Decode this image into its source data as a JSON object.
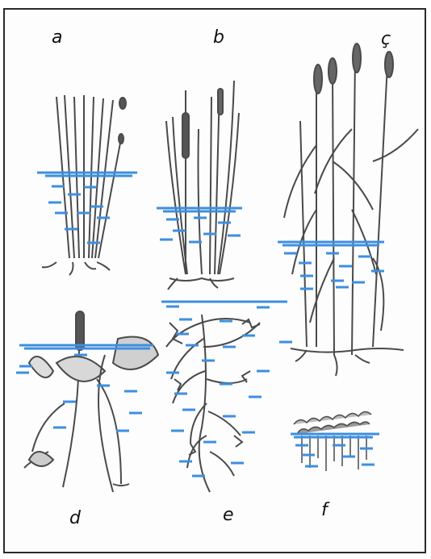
{
  "labels": {
    "a": "a",
    "b": "b",
    "c": "ç",
    "d": "d",
    "e": "e",
    "f": "f"
  },
  "colors": {
    "water_line": "#3d8fe0",
    "plant_ink": "#4a4a4a",
    "frame": "#2a2a2a"
  }
}
